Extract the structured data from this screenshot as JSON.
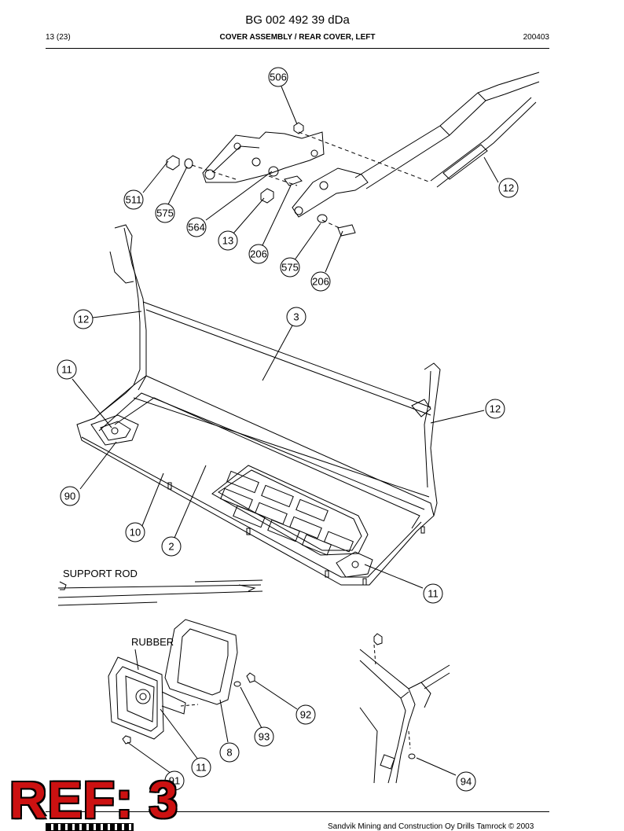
{
  "header": {
    "document_number": "BG 002 492 39 dDa",
    "page": "13 (23)",
    "title": "COVER ASSEMBLY / REAR COVER, LEFT",
    "date": "200403"
  },
  "callouts": [
    "506",
    "511",
    "575",
    "564",
    "13",
    "206",
    "575",
    "206",
    "12",
    "12",
    "3",
    "11",
    "12",
    "90",
    "10",
    "2",
    "11",
    "92",
    "93",
    "8",
    "11",
    "91",
    "94"
  ],
  "labels": {
    "support_rod": "SUPPORT ROD",
    "rubber": "RUBBER"
  },
  "reference": "REF: 3",
  "footer": {
    "copyright": "Sandvik Mining and Construction Oy Drills Tamrock © 2003"
  }
}
